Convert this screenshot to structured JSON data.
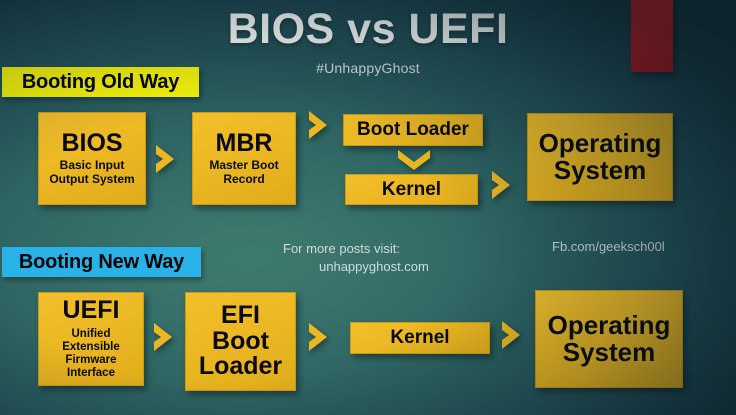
{
  "header": {
    "title": "BIOS vs UEFI",
    "subtitle": "#UnhappyGhost"
  },
  "sections": {
    "old": {
      "banner": "Booting Old Way"
    },
    "new": {
      "banner": "Booting New Way"
    }
  },
  "flow_old": {
    "bios": {
      "main": "BIOS",
      "sub_line1": "Basic Input",
      "sub_line2": "Output System"
    },
    "mbr": {
      "main": "MBR",
      "sub_line1": "Master Boot",
      "sub_line2": "Record"
    },
    "boot_loader": {
      "main": "Boot Loader"
    },
    "kernel": {
      "main": "Kernel"
    },
    "os": {
      "line1": "Operating",
      "line2": "System"
    }
  },
  "flow_new": {
    "uefi": {
      "main": "UEFI",
      "sub_line1": "Unified",
      "sub_line2": "Extensible",
      "sub_line3": "Firmware",
      "sub_line4": "Interface"
    },
    "efi_boot_loader": {
      "line1": "EFI",
      "line2": "Boot",
      "line3": "Loader"
    },
    "kernel": {
      "main": "Kernel"
    },
    "os": {
      "line1": "Operating",
      "line2": "System"
    }
  },
  "footer": {
    "visit_line1": "For more posts visit:",
    "visit_line2": "unhappyghost.com",
    "facebook": "Fb.com/geeksch00l"
  },
  "colors": {
    "box_yellow": "#ebb722",
    "banner_yellow": "#f6f40b",
    "banner_blue": "#29b2e8",
    "accent_red": "#c21b21",
    "background_teal": "#2e6462",
    "title_white": "#ffffff"
  }
}
